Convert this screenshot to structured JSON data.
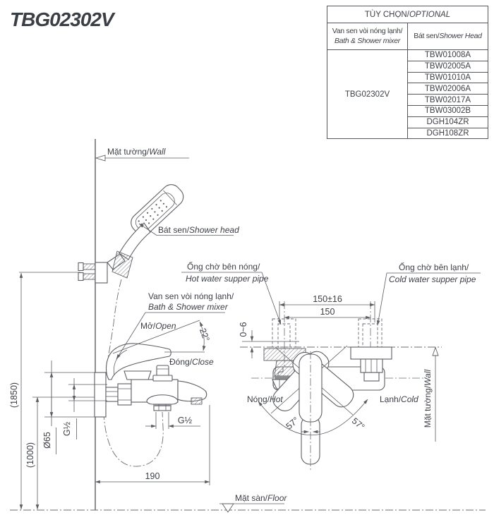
{
  "title": "TBG02302V",
  "table": {
    "header": {
      "vi": "TÙY CHỌN/",
      "en": "OPTIONAL"
    },
    "col1": {
      "vi": "Van sen vòi nóng lạnh/",
      "en": "Bath & Shower mixer"
    },
    "col2": {
      "vi": "Bát sen/",
      "en": "Shower Head"
    },
    "model": "TBG02302V",
    "codes": [
      "TBW01008A",
      "TBW02005A",
      "TBW01010A",
      "TBW02006A",
      "TBW02017A",
      "TBW03002B",
      "DGH104ZR",
      "DGH108ZR"
    ]
  },
  "labels": {
    "wall_top": {
      "vi": "Mặt tường/",
      "en": "Wall"
    },
    "shower_head": {
      "vi": "Bát sen/",
      "en": "Shower head"
    },
    "mixer": {
      "vi": "Van sen vòi nóng lạnh/",
      "en": "Bath & Shower mixer"
    },
    "open": {
      "vi": "Mở/",
      "en": "Open"
    },
    "close": {
      "vi": "Đóng/",
      "en": "Close"
    },
    "hot_pipe": {
      "vi": "Ống chờ bên nóng/",
      "en": "Hot water supper pipe"
    },
    "cold_pipe": {
      "vi": "Ống chờ bên lạnh/",
      "en": "Cold water supper pipe"
    },
    "hot": {
      "vi": "Nóng/",
      "en": "Hot"
    },
    "cold": {
      "vi": "Lạnh/",
      "en": "Cold"
    },
    "wall_right": {
      "vi": "Mặt tường/",
      "en": "Wall"
    },
    "floor": {
      "vi": "Mặt sàn/",
      "en": "Floor"
    }
  },
  "dimensions": {
    "height_total": "(1850)",
    "height_valve": "(1000)",
    "escutcheon": "Ø65",
    "thread_inlet": "G½",
    "thread_outlet": "G½",
    "spout_reach": "190",
    "pipe_span_tol": "150±16",
    "pipe_span": "150",
    "protrusion": "0~6",
    "open_angle": "22°",
    "swing_left": "57°",
    "swing_right": "57°"
  },
  "colors": {
    "line": "#5c5e63",
    "text": "#3d4046"
  }
}
